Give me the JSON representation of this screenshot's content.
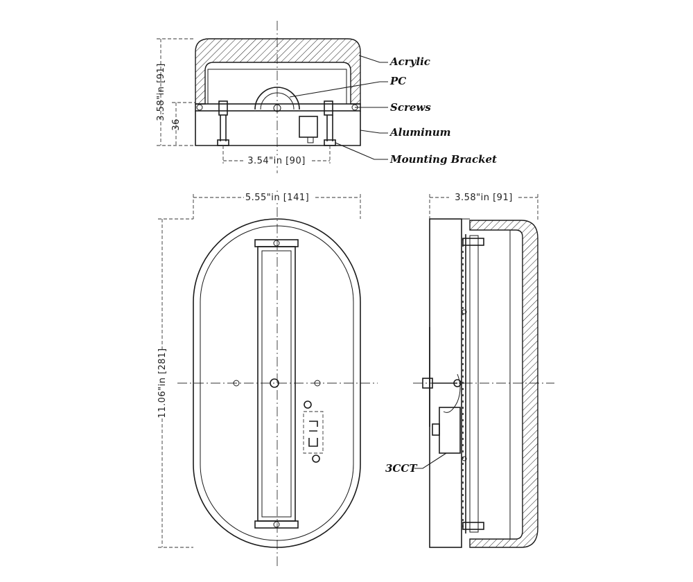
{
  "labels": {
    "acrylic": "Acrylic",
    "pc": "PC",
    "screws": "Screws",
    "aluminum": "Aluminum",
    "mounting_bracket": "Mounting Bracket",
    "cct": "3CCT"
  },
  "dimensions": {
    "top_height": "3.58\"in [91]",
    "top_base_height": "36",
    "top_bracket_width": "3.54\"in [90]",
    "front_width": "5.55\"in [141]",
    "front_height": "11.06\"in [281]",
    "side_depth": "3.58\"in [91]"
  }
}
